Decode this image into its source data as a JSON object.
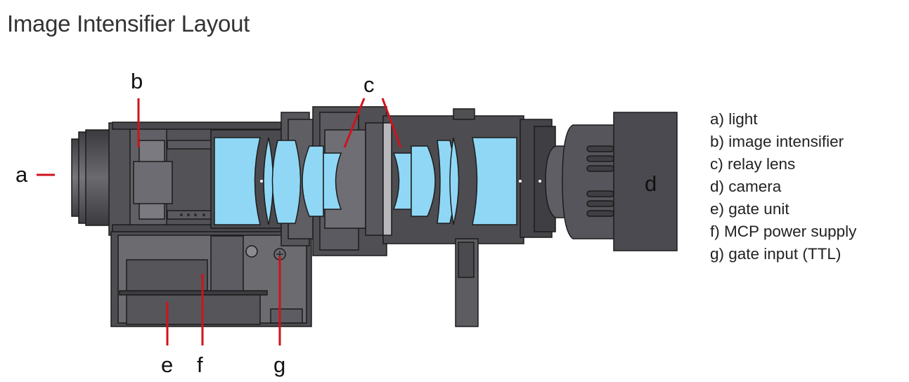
{
  "title": "Image Intensifier Layout",
  "callouts": {
    "a": "a",
    "b": "b",
    "c": "c",
    "d": "d",
    "e": "e",
    "f": "f",
    "g": "g"
  },
  "legend": [
    "a) light",
    "b) image intensifier",
    "c) relay lens",
    "d) camera",
    "e) gate unit",
    "f) MCP power supply",
    "g) gate input (TTL)"
  ],
  "colors": {
    "body_dark": "#4a4a4f",
    "body_mid": "#5e5e63",
    "body_light": "#7c7c80",
    "lens": "#8fd7f5",
    "leader": "#d0121b",
    "outline": "#1c1c1c"
  }
}
